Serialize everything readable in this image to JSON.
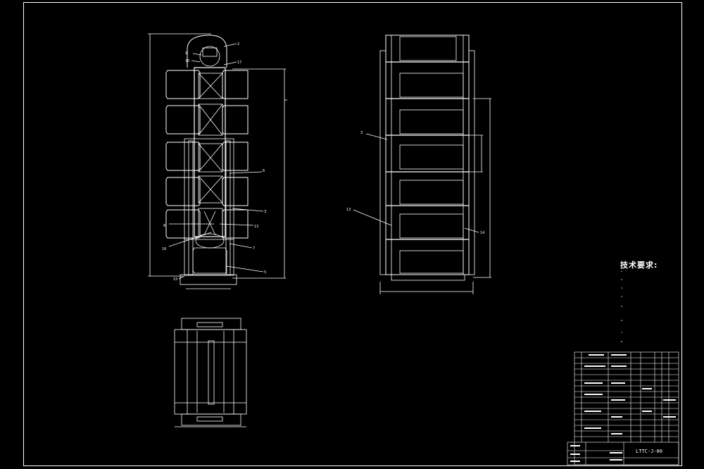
{
  "drawing": {
    "technical_requirements_title": "技术要求:",
    "drawing_code": "LTTC-J-00",
    "balloons": {
      "b2": "2",
      "b9": "9",
      "b10": "10",
      "b17": "17",
      "b6": "6",
      "b3": "3",
      "b13": "13",
      "b8": "8",
      "b16": "16",
      "b7": "7",
      "b5": "5",
      "b15": "15",
      "r3": "3",
      "r13": "13",
      "r14": "14"
    },
    "requirements": [
      "1.",
      "2.",
      "3.",
      "4.",
      "5.",
      "6.",
      "7.",
      "8."
    ]
  },
  "colors": {
    "background": "#000000",
    "line": "#ffffff"
  }
}
